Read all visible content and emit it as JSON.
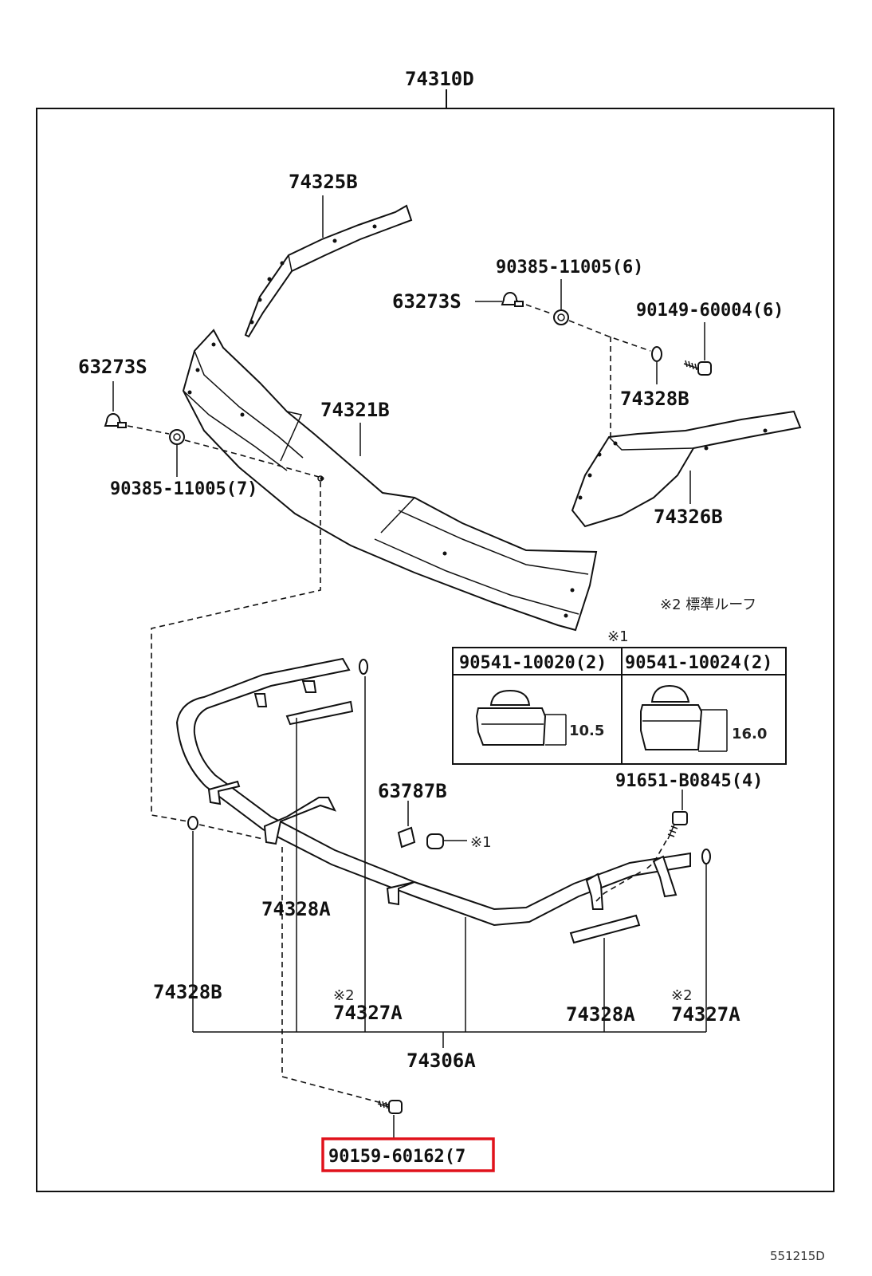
{
  "diagram": {
    "labels": {
      "assembly": "74310D",
      "upper_left_cover": "74325B",
      "clip_left": "63273S",
      "center_cover": "74321B",
      "nut_left": "90385-11005(7)",
      "nut_right": "90385-11005(6)",
      "clip_right": "63273S",
      "screw_right": "90149-60004(6)",
      "washer_right": "74328B",
      "right_cover": "74326B",
      "note2": "※2 標準ルーフ",
      "note1": "※1",
      "table_col1": "90541-10020(2)",
      "table_col2": "90541-10024(2)",
      "dim1": "10.5",
      "dim2": "16.0",
      "bolt_right": "91651-B0845(4)",
      "cap": "63787B",
      "cap_note": "※1",
      "pad_left": "74328A",
      "washer_left": "74328B",
      "pad_center_note": "※2",
      "pad_center": "74327A",
      "pad_right": "74328A",
      "pad_far_right_note": "※2",
      "pad_far_right": "74327A",
      "frame": "74306A",
      "screw_bottom": "90159-60162(7"
    },
    "highlight_color": "#e0121b",
    "footer_code": "551215D"
  }
}
